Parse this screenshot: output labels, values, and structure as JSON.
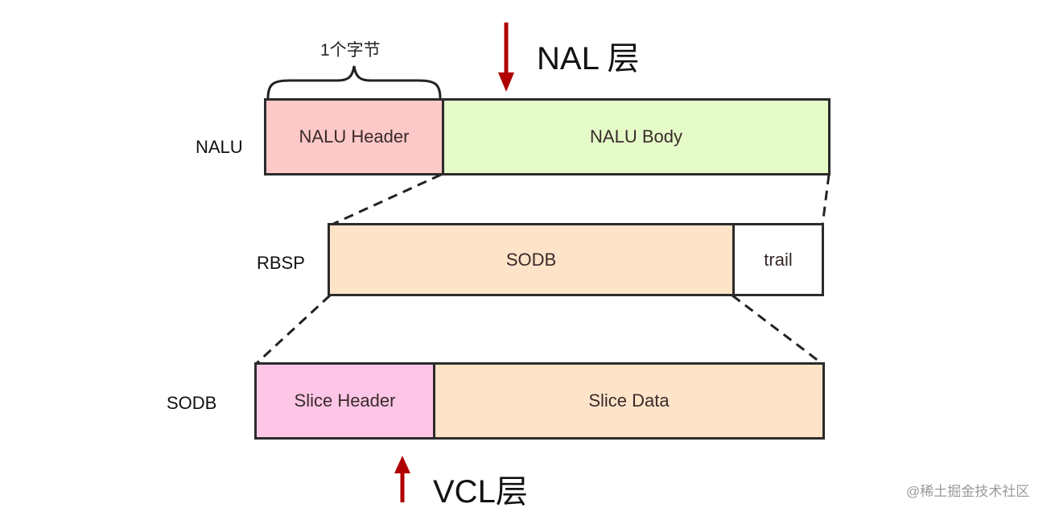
{
  "colors": {
    "nalu_header": "#fdc8c8",
    "nalu_body": "#e4fbc8",
    "sodb": "#fde3c8",
    "trail": "#ffffff",
    "slice_header": "#fdc6e6",
    "slice_data": "#fde3c8",
    "arrow": "#b00000",
    "border": "#2b2b2b"
  },
  "annotations": {
    "brace_label": "1个字节",
    "nal_layer": "NAL 层",
    "vcl_layer": "VCL层",
    "watermark": "@稀土掘金技术社区"
  },
  "rows": [
    {
      "label": "NALU",
      "segments": [
        {
          "text": "NALU Header"
        },
        {
          "text": "NALU Body"
        }
      ]
    },
    {
      "label": "RBSP",
      "segments": [
        {
          "text": "SODB"
        },
        {
          "text": "trail"
        }
      ]
    },
    {
      "label": "SODB",
      "segments": [
        {
          "text": "Slice Header"
        },
        {
          "text": "Slice Data"
        }
      ]
    }
  ]
}
